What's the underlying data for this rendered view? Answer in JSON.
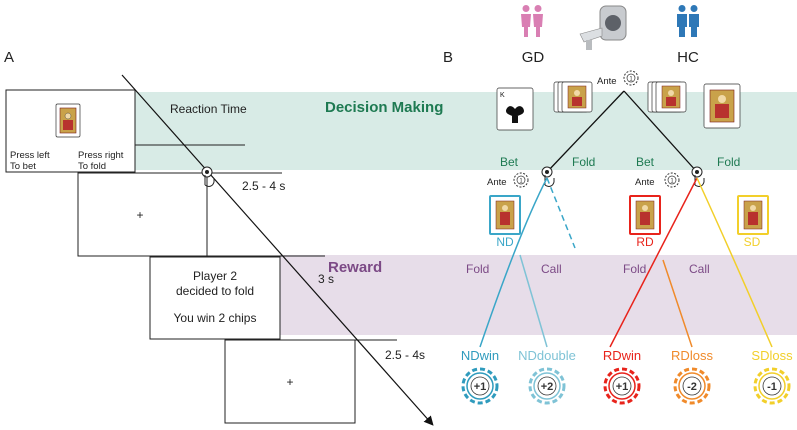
{
  "panel_a": {
    "label": "A",
    "screen1": {
      "line1": "Press left",
      "line2": "To bet",
      "line3": "Press right",
      "line4": "To fold"
    },
    "reaction_time": "Reaction Time",
    "fixation": "+",
    "timing1": "2.5 - 4 s",
    "feedback": {
      "line1": "Player 2",
      "line2": "decided to fold",
      "line3": "You win 2 chips"
    },
    "timing2": "3 s",
    "fixation2": "+",
    "timing3": "2.5 - 4s"
  },
  "panel_b": {
    "label": "B",
    "group1": "GD",
    "group2": "HC",
    "ante_top": "Ante",
    "bet_left": "Bet",
    "fold_left": "Fold",
    "bet_right": "Bet",
    "fold_right": "Fold",
    "ante_left": "Ante",
    "ante_right": "Ante",
    "nd": "ND",
    "rd": "RD",
    "sd": "SD",
    "fold_nd": "Fold",
    "call_nd": "Call",
    "fold_rd": "Fold",
    "call_rd": "Call",
    "outcomes": [
      {
        "label": "NDwin",
        "chip": "+1",
        "color": "#2f9bbd"
      },
      {
        "label": "NDdouble",
        "chip": "+2",
        "color": "#7fc3d6"
      },
      {
        "label": "RDwin",
        "chip": "+1",
        "color": "#e8231b"
      },
      {
        "label": "RDloss",
        "chip": "-2",
        "color": "#f08a2a"
      },
      {
        "label": "SDloss",
        "chip": "-1",
        "color": "#f2cf2a"
      }
    ]
  },
  "bands": {
    "decision": "Decision Making",
    "reward": "Reward"
  },
  "colors": {
    "decision_band": "#d8ebe6",
    "reward_band": "#e7dde9",
    "gd_icon": "#d97fb3",
    "hc_icon": "#2e78b7",
    "nd": "#3aa6c8",
    "rd": "#e8231b",
    "sd": "#f2cf2a",
    "green": "#1e7a52",
    "purple": "#7c4a86"
  },
  "icons": {
    "pointer": "hand-pointer-icon",
    "gd": "couple-icon",
    "hc": "couple-icon",
    "scanner": "mri-scanner-icon"
  }
}
